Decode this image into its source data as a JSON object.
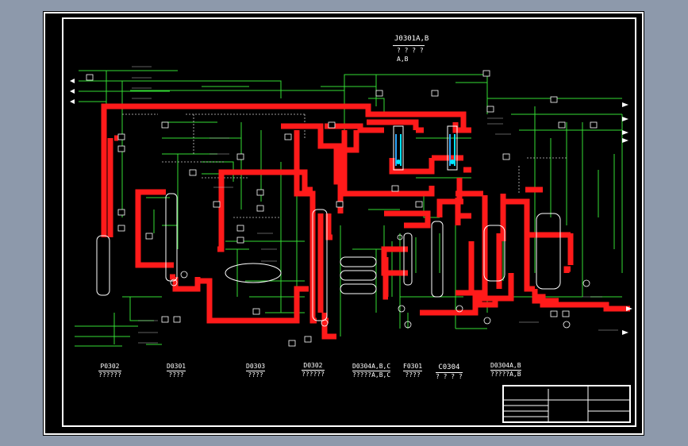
{
  "drawing": {
    "top_label_code": "J0301A,B",
    "top_label_sub": "? ? ? ?",
    "top_label_ab": "A,B"
  },
  "equipment_labels": [
    {
      "tag": "P0302",
      "name": "??????"
    },
    {
      "tag": "D0301",
      "name": "????"
    },
    {
      "tag": "D0303",
      "name": "????"
    },
    {
      "tag": "D0302",
      "name": "??????"
    },
    {
      "tag": "D0304A,B,C",
      "name": "?????A,B,C"
    },
    {
      "tag": "F0301",
      "name": "????"
    },
    {
      "tag": "C0304",
      "name": "? ? ? ?"
    },
    {
      "tag": "D0304A,B",
      "name": "?????A,B"
    }
  ],
  "colors": {
    "background": "#8d99ab",
    "paper": "#000000",
    "hot_line": "#ff1a1a",
    "process_line": "#33dd33",
    "text": "#ffffff",
    "accent_blue": "#2aa7ff",
    "accent_cyan": "#00e5ff"
  }
}
